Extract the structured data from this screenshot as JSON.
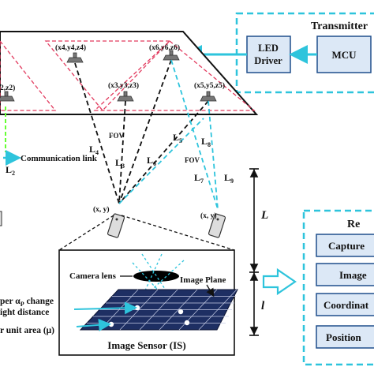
{
  "colors": {
    "cyan": "#2ec4dc",
    "box_fill": "#dce8f6",
    "box_stroke": "#1f4e8c",
    "pink": "#e23a5e",
    "green": "#66ff33",
    "sensor": "#1e2f63"
  },
  "transmitter": {
    "title": "Transmitter",
    "led_driver_line1": "LED",
    "led_driver_line2": "Driver",
    "mcu": "MCU"
  },
  "leds": {
    "c1": "(x4,y4,z4)",
    "c2": "(x6,y6,z6)",
    "c3": "(x3,y3,z3)",
    "c4": "(x5,y5,z5)",
    "c5": "2,z2)"
  },
  "links": {
    "communication": "Communication link",
    "l2": "L",
    "l2_sub": "2"
  },
  "rays": {
    "l4": "L",
    "l4_sub": "4",
    "l3": "L",
    "l3_sub": "3",
    "l5": "L",
    "l5_sub": "5",
    "l6": "L",
    "l6_sub": "6",
    "l8": "L",
    "l8_sub": "8",
    "l7": "L",
    "l7_sub": "7",
    "l9": "L",
    "l9_sub": "9",
    "fov1": "FOV",
    "fov2": "FOV"
  },
  "devices": {
    "phone1": "(x, y)",
    "phone2": "(x, y)"
  },
  "distances": {
    "big": "L",
    "small": "l"
  },
  "sensor": {
    "camera_lens": "Camera lens",
    "image_plane": "Image Plane",
    "title": "Image Sensor (IS)",
    "left1": "per α",
    "left1_sub": "P",
    "left1_tail": " change",
    "left2": "ight distance",
    "left3": "r unit area (μ)"
  },
  "receiver": {
    "title": "Re",
    "steps": [
      "Capture",
      "Image",
      "Coordinat",
      "Position"
    ]
  }
}
